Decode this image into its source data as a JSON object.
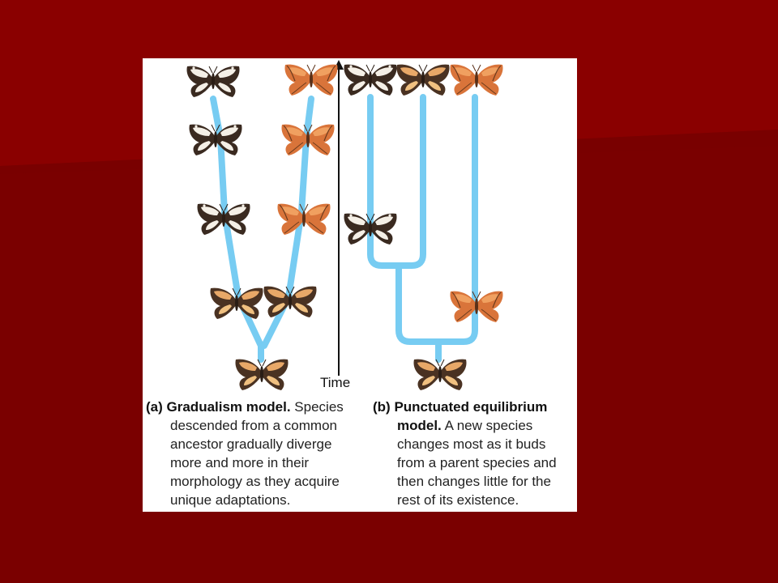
{
  "figure": {
    "axis_label": "Time",
    "colors": {
      "slide_background": "#7a0000",
      "lineage": "#77ccf2",
      "butterfly_white_wing": "#f4efe6",
      "butterfly_dark": "#3a2a20",
      "butterfly_orange": "#d9743a",
      "butterfly_orange_light": "#f0a060"
    },
    "captions": {
      "a": {
        "letter": "(a)",
        "title": "Gradualism model.",
        "text_first": "Species",
        "text_rest": "descended from a common ancestor gradually diverge more and more in their morphology as they acquire unique adaptations."
      },
      "b": {
        "letter": "(b)",
        "title_first": "Punctuated equilibrium",
        "title_second": "model.",
        "text_first": "A new species",
        "text_rest": "changes most as it buds from a parent species and then changes little for the rest of its existence."
      }
    },
    "icons": [
      "butterfly-icon",
      "time-arrow-icon"
    ]
  }
}
